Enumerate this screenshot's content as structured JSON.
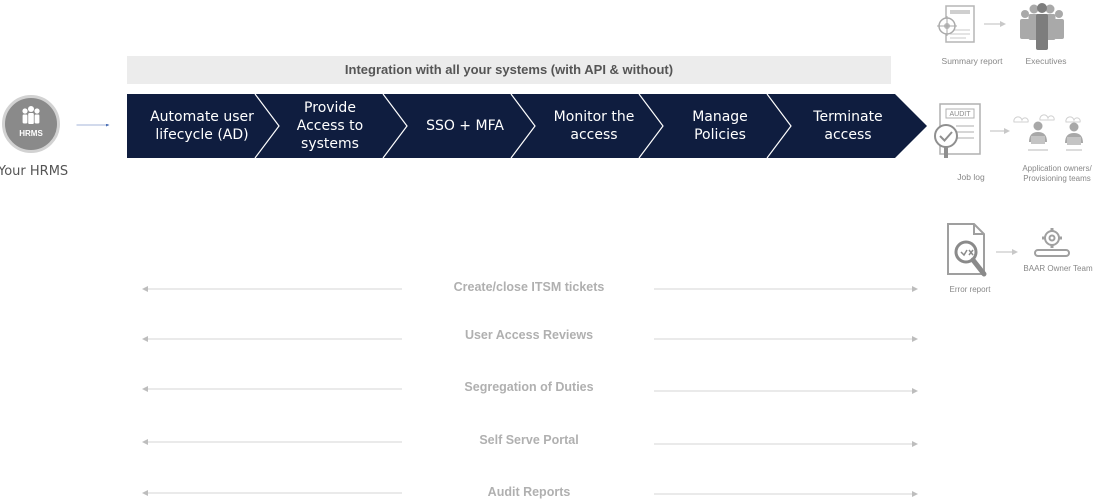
{
  "hrms": {
    "badge": "HRMS",
    "label": "Your HRMS"
  },
  "banner": {
    "text": "Integration with all your systems (with API & without)"
  },
  "flow_steps": [
    {
      "label": "Automate user lifecycle (AD)"
    },
    {
      "label": "Provide Access to systems"
    },
    {
      "label": "SSO + MFA"
    },
    {
      "label": "Monitor the access"
    },
    {
      "label": "Manage Policies"
    },
    {
      "label": "Terminate access"
    }
  ],
  "outputs": {
    "summary": {
      "report_label": "Summary report",
      "audience_label": "Executives"
    },
    "job_log": {
      "badge": "AUDIT",
      "report_label": "Job log",
      "audience_label": "Application owners/ Provisioning teams"
    },
    "error": {
      "report_label": "Error report",
      "audience_label": "BAAR Owner Team"
    }
  },
  "features": [
    {
      "label": "Create/close ITSM tickets"
    },
    {
      "label": "User Access Reviews"
    },
    {
      "label": "Segregation of Duties"
    },
    {
      "label": "Self Serve Portal"
    },
    {
      "label": "Audit Reports"
    }
  ],
  "colors": {
    "flow_fill": "#0f1d3f",
    "flow_divider": "#ffffff",
    "connector": "#4a6fb5",
    "hrms_fill": "#8a8a8a",
    "banner_fill": "#ececec",
    "muted_text": "#b0b0b0"
  }
}
